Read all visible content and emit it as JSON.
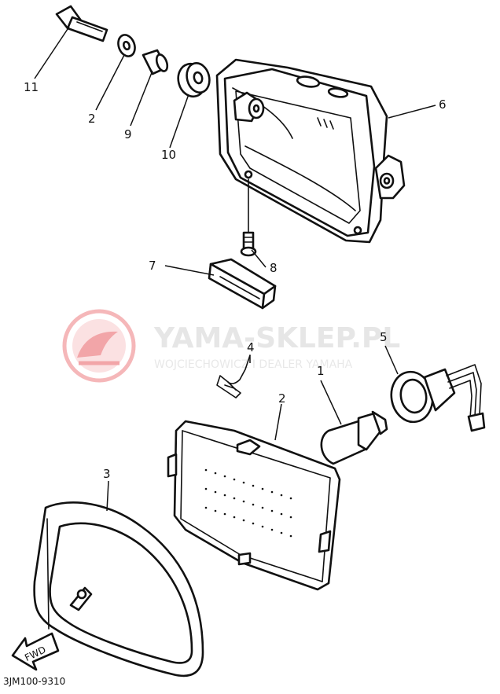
{
  "watermark": {
    "title": "YAMA-SKLEP.PL",
    "subtitle": "WOJCIECHOWICZ I DEALER YAMAHA",
    "logo_color": "#f2a5a8"
  },
  "callouts": {
    "p11": "11",
    "p2a": "2",
    "p9": "9",
    "p10": "10",
    "p6": "6",
    "p8": "8",
    "p7": "7",
    "p4": "4",
    "p5": "5",
    "p1": "1",
    "p2b": "2",
    "p3": "3"
  },
  "direction_label": "FWD",
  "diagram_code": "3JM100-9310"
}
